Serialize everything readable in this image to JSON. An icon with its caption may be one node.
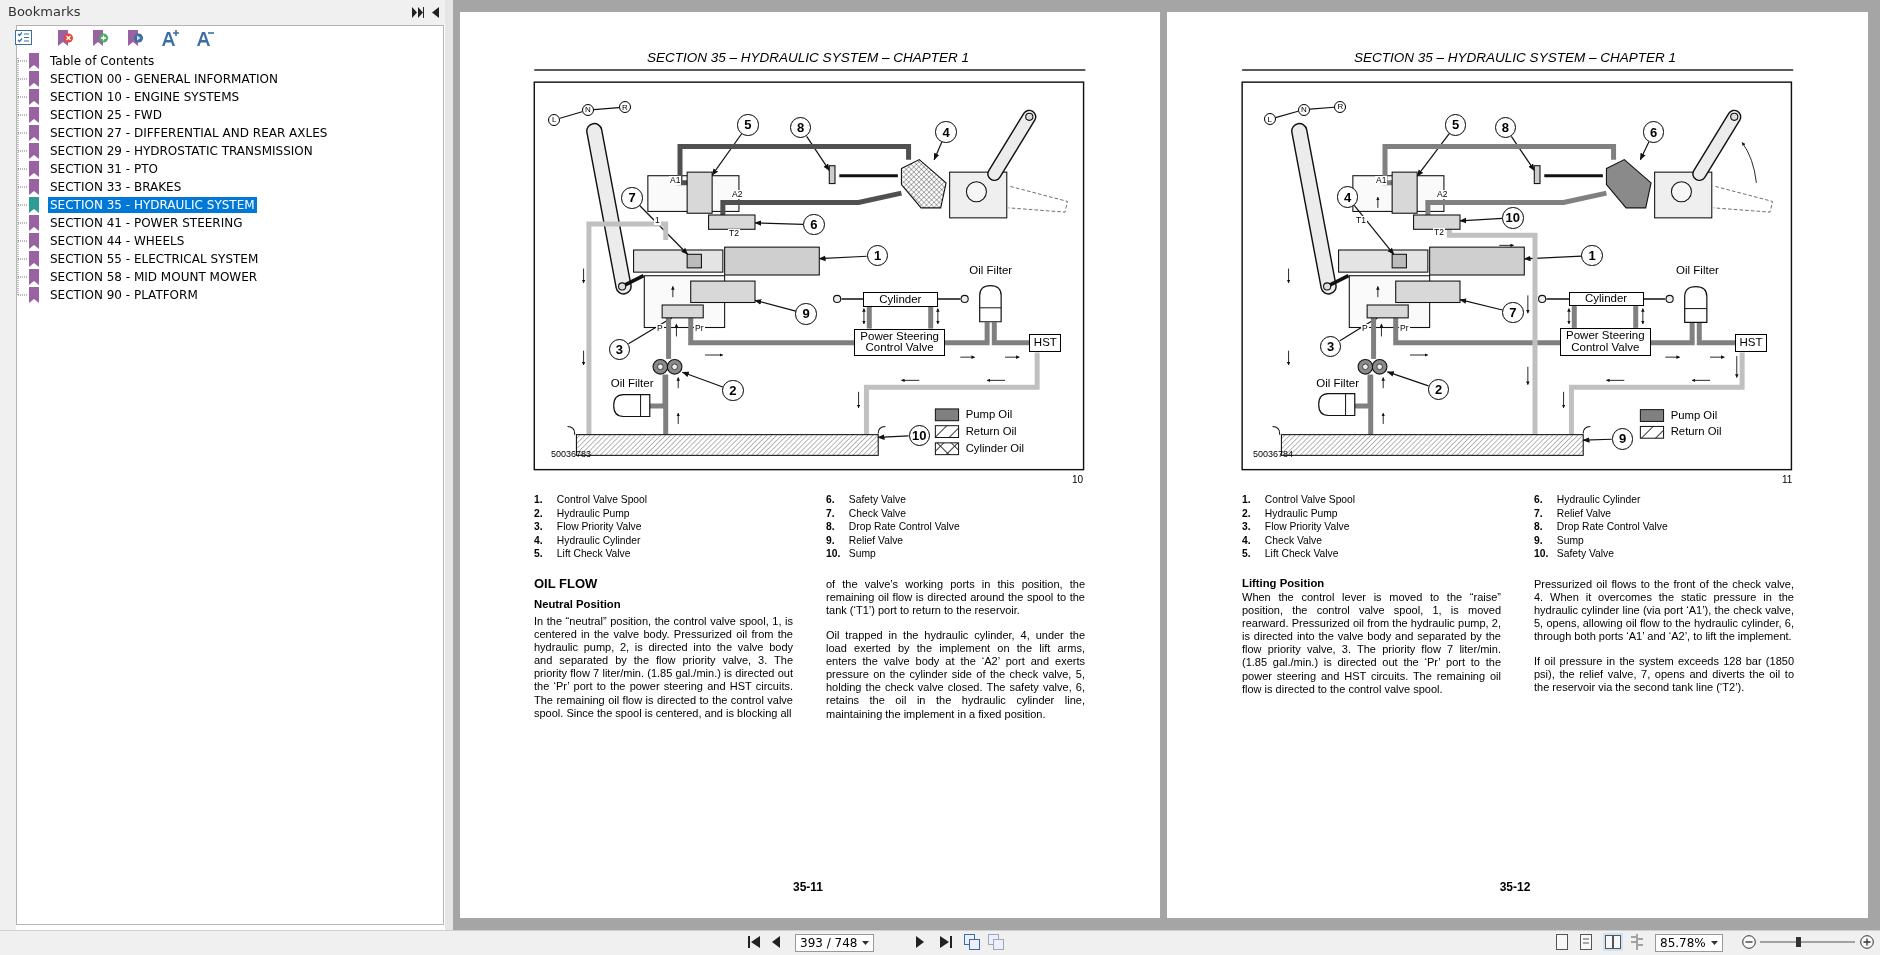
{
  "diagram": {
    "nodes": [
      {
        "text": [
          "L"
        ]
      },
      {
        "text": [
          "N"
        ]
      },
      {
        "text": [
          "R"
        ]
      },
      {
        "text": [
          "5"
        ]
      },
      {
        "text": [
          "8"
        ]
      },
      {
        "text": [
          "4"
        ]
      },
      {
        "text": [
          "7"
        ]
      },
      {
        "text": [
          "6"
        ]
      },
      {
        "text": [
          "1"
        ]
      },
      {
        "text": [
          "9"
        ]
      },
      {
        "text": [
          "3"
        ]
      },
      {
        "text": [
          "2"
        ]
      },
      {
        "text": [
          "10"
        ]
      },
      {
        "text": [
          "Cylinder"
        ]
      },
      {
        "text": [
          "Oil Filter"
        ]
      },
      {
        "text": [
          "Power Steering Control Valve"
        ]
      },
      {
        "text": [
          "HST"
        ]
      },
      {
        "text": [
          "Oil Filter"
        ]
      },
      {
        "text": [
          "L"
        ]
      },
      {
        "text": [
          "N"
        ]
      },
      {
        "text": [
          "R"
        ]
      },
      {
        "text": [
          "5"
        ]
      },
      {
        "text": [
          "8"
        ]
      },
      {
        "text": [
          "6"
        ]
      },
      {
        "text": [
          "4"
        ]
      },
      {
        "text": [
          "10"
        ]
      },
      {
        "text": [
          "1"
        ]
      },
      {
        "text": [
          "7"
        ]
      },
      {
        "text": [
          "3"
        ]
      },
      {
        "text": [
          "2"
        ]
      },
      {
        "text": [
          "9"
        ]
      },
      {
        "text": [
          "Cylinder"
        ]
      },
      {
        "text": [
          "Oil Filter"
        ]
      },
      {
        "text": [
          "Power Steering Control Valve"
        ]
      },
      {
        "text": [
          "HST"
        ]
      },
      {
        "text": [
          "Oil Filter"
        ]
      },
      {
        "text": [],
        "shape": "box"
      },
      {
        "text": [],
        "shape": "box"
      },
      {
        "text": [],
        "shape": "picture"
      },
      {
        "text": [],
        "shape": "box"
      },
      {
        "text": [],
        "shape": "box"
      },
      {
        "text": [],
        "shape": "box"
      },
      {
        "text": [],
        "shape": "box"
      },
      {
        "text": [],
        "shape": "box"
      },
      {
        "text": [],
        "shape": "circle"
      },
      {
        "text": [],
        "shape": "box"
      },
      {
        "text": [],
        "shape": "box"
      },
      {
        "text": [],
        "shape": "box"
      },
      {
        "text": [],
        "shape": "picture"
      },
      {
        "text": [],
        "shape": "box"
      },
      {
        "text": [],
        "shape": "box"
      },
      {
        "text": [],
        "shape": "box"
      },
      {
        "text": [],
        "shape": "box"
      },
      {
        "text": [],
        "shape": "box"
      },
      {
        "text": [],
        "shape": "circle"
      },
      {
        "text": [],
        "shape": "box"
      }
    ],
    "edges": [
      {
        "from": 0,
        "to": 1,
        "arrow": "none"
      },
      {
        "from": 1,
        "to": 2,
        "arrow": "none"
      },
      {
        "from": 3,
        "to": 36,
        "arrow": "to"
      },
      {
        "from": 4,
        "to": 37,
        "arrow": "to"
      },
      {
        "from": 5,
        "to": 38,
        "arrow": "to"
      },
      {
        "from": 6,
        "to": 39,
        "arrow": "to"
      },
      {
        "from": 7,
        "to": 40,
        "arrow": "to"
      },
      {
        "from": 8,
        "to": 41,
        "arrow": "to"
      },
      {
        "from": 9,
        "to": 42,
        "arrow": "to"
      },
      {
        "from": 10,
        "to": 43,
        "arrow": "to"
      },
      {
        "from": 11,
        "to": 44,
        "arrow": "to"
      },
      {
        "from": 12,
        "to": 45,
        "arrow": "to"
      },
      {
        "from": 13,
        "to": 15,
        "arrow": "none",
        "style": "thick",
        "color": "#808080"
      },
      {
        "from": 13,
        "to": 15,
        "arrow": "none",
        "style": "thick",
        "color": "#808080"
      },
      {
        "from": 15,
        "to": 14,
        "arrow": "none",
        "style": "thick",
        "color": "#808080"
      },
      {
        "from": 14,
        "to": 16,
        "arrow": "none",
        "style": "thick",
        "color": "#808080"
      },
      {
        "from": 45,
        "to": 44,
        "arrow": "none",
        "style": "thick",
        "color": "#808080"
      },
      {
        "from": 17,
        "to": 44,
        "arrow": "none",
        "style": "thick",
        "color": "#808080"
      },
      {
        "from": 44,
        "to": 43,
        "arrow": "none",
        "style": "thick",
        "color": "#808080"
      },
      {
        "from": 43,
        "to": 15,
        "arrow": "none",
        "style": "thick",
        "color": "#808080"
      },
      {
        "from": 16,
        "to": 45,
        "arrow": "none",
        "style": "thick",
        "color": "#c0c0c0"
      },
      {
        "from": null,
        "to": 45,
        "arrow": "none",
        "style": "thick",
        "color": "#c0c0c0"
      },
      {
        "from": 36,
        "to": 38,
        "arrow": "none",
        "style": "thick",
        "color": "#505050"
      },
      {
        "from": 40,
        "to": 38,
        "arrow": "none",
        "style": "thick",
        "color": "#505050"
      },
      {
        "from": 18,
        "to": 19,
        "arrow": "none"
      },
      {
        "from": 19,
        "to": 20,
        "arrow": "none"
      },
      {
        "from": 21,
        "to": 46,
        "arrow": "to"
      },
      {
        "from": 22,
        "to": 47,
        "arrow": "to"
      },
      {
        "from": 23,
        "to": 48,
        "arrow": "to"
      },
      {
        "from": 24,
        "to": 49,
        "arrow": "to"
      },
      {
        "from": 25,
        "to": 50,
        "arrow": "to"
      },
      {
        "from": 26,
        "to": 51,
        "arrow": "to"
      },
      {
        "from": 27,
        "to": 52,
        "arrow": "to"
      },
      {
        "from": 28,
        "to": 53,
        "arrow": "to"
      },
      {
        "from": 29,
        "to": 54,
        "arrow": "to"
      },
      {
        "from": 30,
        "to": 55,
        "arrow": "to"
      },
      {
        "from": 31,
        "to": 33,
        "arrow": "none",
        "style": "thick",
        "color": "#808080"
      },
      {
        "from": 31,
        "to": 33,
        "arrow": "none",
        "style": "thick",
        "color": "#808080"
      },
      {
        "from": 33,
        "to": 32,
        "arrow": "none",
        "style": "thick",
        "color": "#808080"
      },
      {
        "from": 32,
        "to": 34,
        "arrow": "none",
        "style": "thick",
        "color": "#808080"
      },
      {
        "from": 55,
        "to": 54,
        "arrow": "none",
        "style": "thick",
        "color": "#808080"
      },
      {
        "from": 35,
        "to": 54,
        "arrow": "none",
        "style": "thick",
        "color": "#808080"
      },
      {
        "from": 54,
        "to": 53,
        "arrow": "none",
        "style": "thick",
        "color": "#808080"
      },
      {
        "from": 53,
        "to": 33,
        "arrow": "none",
        "style": "thick",
        "color": "#808080"
      },
      {
        "from": 34,
        "to": 55,
        "arrow": "none",
        "style": "thick",
        "color": "#c0c0c0"
      },
      {
        "from": 50,
        "to": 55,
        "arrow": "none",
        "style": "thick",
        "color": "#c0c0c0"
      },
      {
        "from": 46,
        "to": 48,
        "arrow": "none",
        "style": "thick",
        "color": "#808080"
      },
      {
        "from": 50,
        "to": 48,
        "arrow": "none",
        "style": "thick",
        "color": "#808080"
      }
    ],
    "labels": [
      "Bookmarks",
      "Table of Contents",
      "SECTION 00 - GENERAL INFORMATION",
      "SECTION 10 - ENGINE SYSTEMS",
      "SECTION 25 - FWD",
      "SECTION 27 - DIFFERENTIAL AND REAR AXLES",
      "SECTION 29 - HYDROSTATIC TRANSMISSION",
      "SECTION 31 - PTO",
      "SECTION 33 - BRAKES",
      "SECTION 35 - HYDRAULIC SYSTEM",
      "SECTION 41 - POWER STEERING",
      "SECTION 44 - WHEELS",
      "SECTION 55 - ELECTRICAL SYSTEM",
      "SECTION 58 - MID MOUNT MOWER",
      "SECTION 90 - PLATFORM",
      "SECTION 35 – HYDRAULIC SYSTEM – CHAPTER 1",
      "A1",
      "A2",
      "1",
      "T2",
      "P",
      "Pr",
      "50036783",
      "10",
      "**1.** Control Valve Spool",
      "**6.** Safety Valve",
      "**2.** Hydraulic Pump",
      "**7.** Check Valve",
      "**3.** Flow Priority Valve",
      "**8.** Drop Rate Control Valve",
      "**4.** Hydraulic Cylinder",
      "**9.** Relief Valve",
      "**5.** Lift Check Valve",
      "**10.** Sump",
      "OIL FLOW",
      "Neutral Position",
      "In the “neutral” position, the control valve spool, 1, is centered in the valve body. Pressurized oil from the hydraulic pump, 2, is directed into the valve body and separated by the flow priority valve, 3. The priority flow 7 liter/min. (1.85 gal./min.) is directed out the ‘Pr’ port to the power steering and HST circuits. The remaining oil flow is directed to the control valve spool. Since the spool is centered, and is blocking all",
      "of the valve’s working ports in this position, the remaining oil flow is directed around the spool to the tank (‘T1’) port to return to the reservoir.",
      "Oil trapped in the hydraulic cylinder, 4, under the load exerted by the implement on the lift arms, enters the valve body at the ‘A2’ port and exerts pressure on the cylinder side of the check valve, 5, holding the check valve closed. The safety valve, 6, retains the oil in the hydraulic cylinder line, maintaining the implement in a fixed position.",
      "35-11",
      "SECTION 35 – HYDRAULIC SYSTEM – CHAPTER 1",
      "A1",
      "A2",
      "T1",
      "T2",
      "P",
      "Pr",
      "50036784",
      "11",
      "**1.** Control Valve Spool",
      "**6.** Hydraulic Cylinder",
      "**2.** Hydraulic Pump",
      "**7.** Relief Valve",
      "**3.** Flow Priority Valve",
      "**8.** Drop Rate Control Valve",
      "**4.** Check Valve",
      "**9.** Sump",
      "**5.** Lift Check Valve",
      "**10.** Safety Valve",
      "Lifting Position",
      "When the control lever is moved to the “raise” position, the control valve spool, 1, is moved rearward. Pressurized oil from the hydraulic pump, 2, is directed into the valve body and separated by the flow priority valve, 3. The priority flow 7 liter/min. (1.85 gal./min.) is directed out the ‘Pr’ port to the power steering and HST circuits. The remaining oil flow is directed to the control valve spool.",
      "Pressurized oil flows to the front of the check valve, 4. When it overcomes the static pressure in the hydraulic cylinder line (via port ‘A1’), the check valve, 5, opens, allowing oil flow to the hydraulic cylinder, 6, through both ports ‘A1’ and ‘A2’, to lift the implement.",
      "If oil pressure in the system exceeds 128 bar (1850 psi), the relief valve, 7, opens and diverts the oil to the reservoir via the second tank line (‘T2’).",
      "35-12",
      "393 / 748",
      "85.78%"
    ],
    "legend": [
      {
        "text": "Pump Oil",
        "color": "#808080"
      },
      {
        "text": "Return Oil"
      },
      {
        "text": "Cylinder Oil"
      },
      {
        "text": "Pump Oil",
        "color": "#808080"
      },
      {
        "text": "Return Oil"
      }
    ]
  }
}
